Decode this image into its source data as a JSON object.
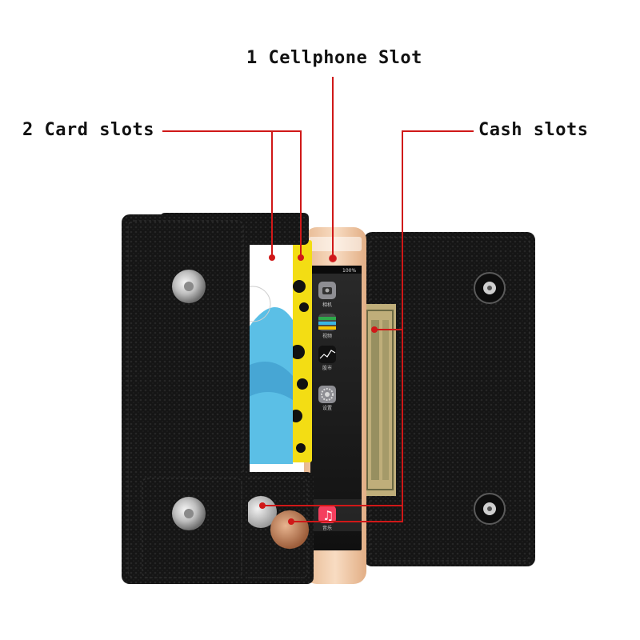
{
  "labels": {
    "cellphone": "1 Cellphone Slot",
    "cards": "2 Card slots",
    "cash": "Cash slots"
  },
  "colors": {
    "leader_line": "#d01818",
    "leather": "#141414",
    "phone_gold": "#f2c9a4",
    "screen": "#1a1a1a",
    "card_yellow": "#f2dd18",
    "card_blue": "#5ec0e6",
    "dollar_green": "#b9a874",
    "snap_metal": "#c9c9c9"
  },
  "phone": {
    "battery": "100%",
    "apps": [
      "相机",
      "视频",
      "股市",
      "设置"
    ],
    "dock_app": "音乐"
  },
  "icons": [
    "camera-icon",
    "video-icon",
    "stocks-icon",
    "settings-icon",
    "music-icon"
  ]
}
